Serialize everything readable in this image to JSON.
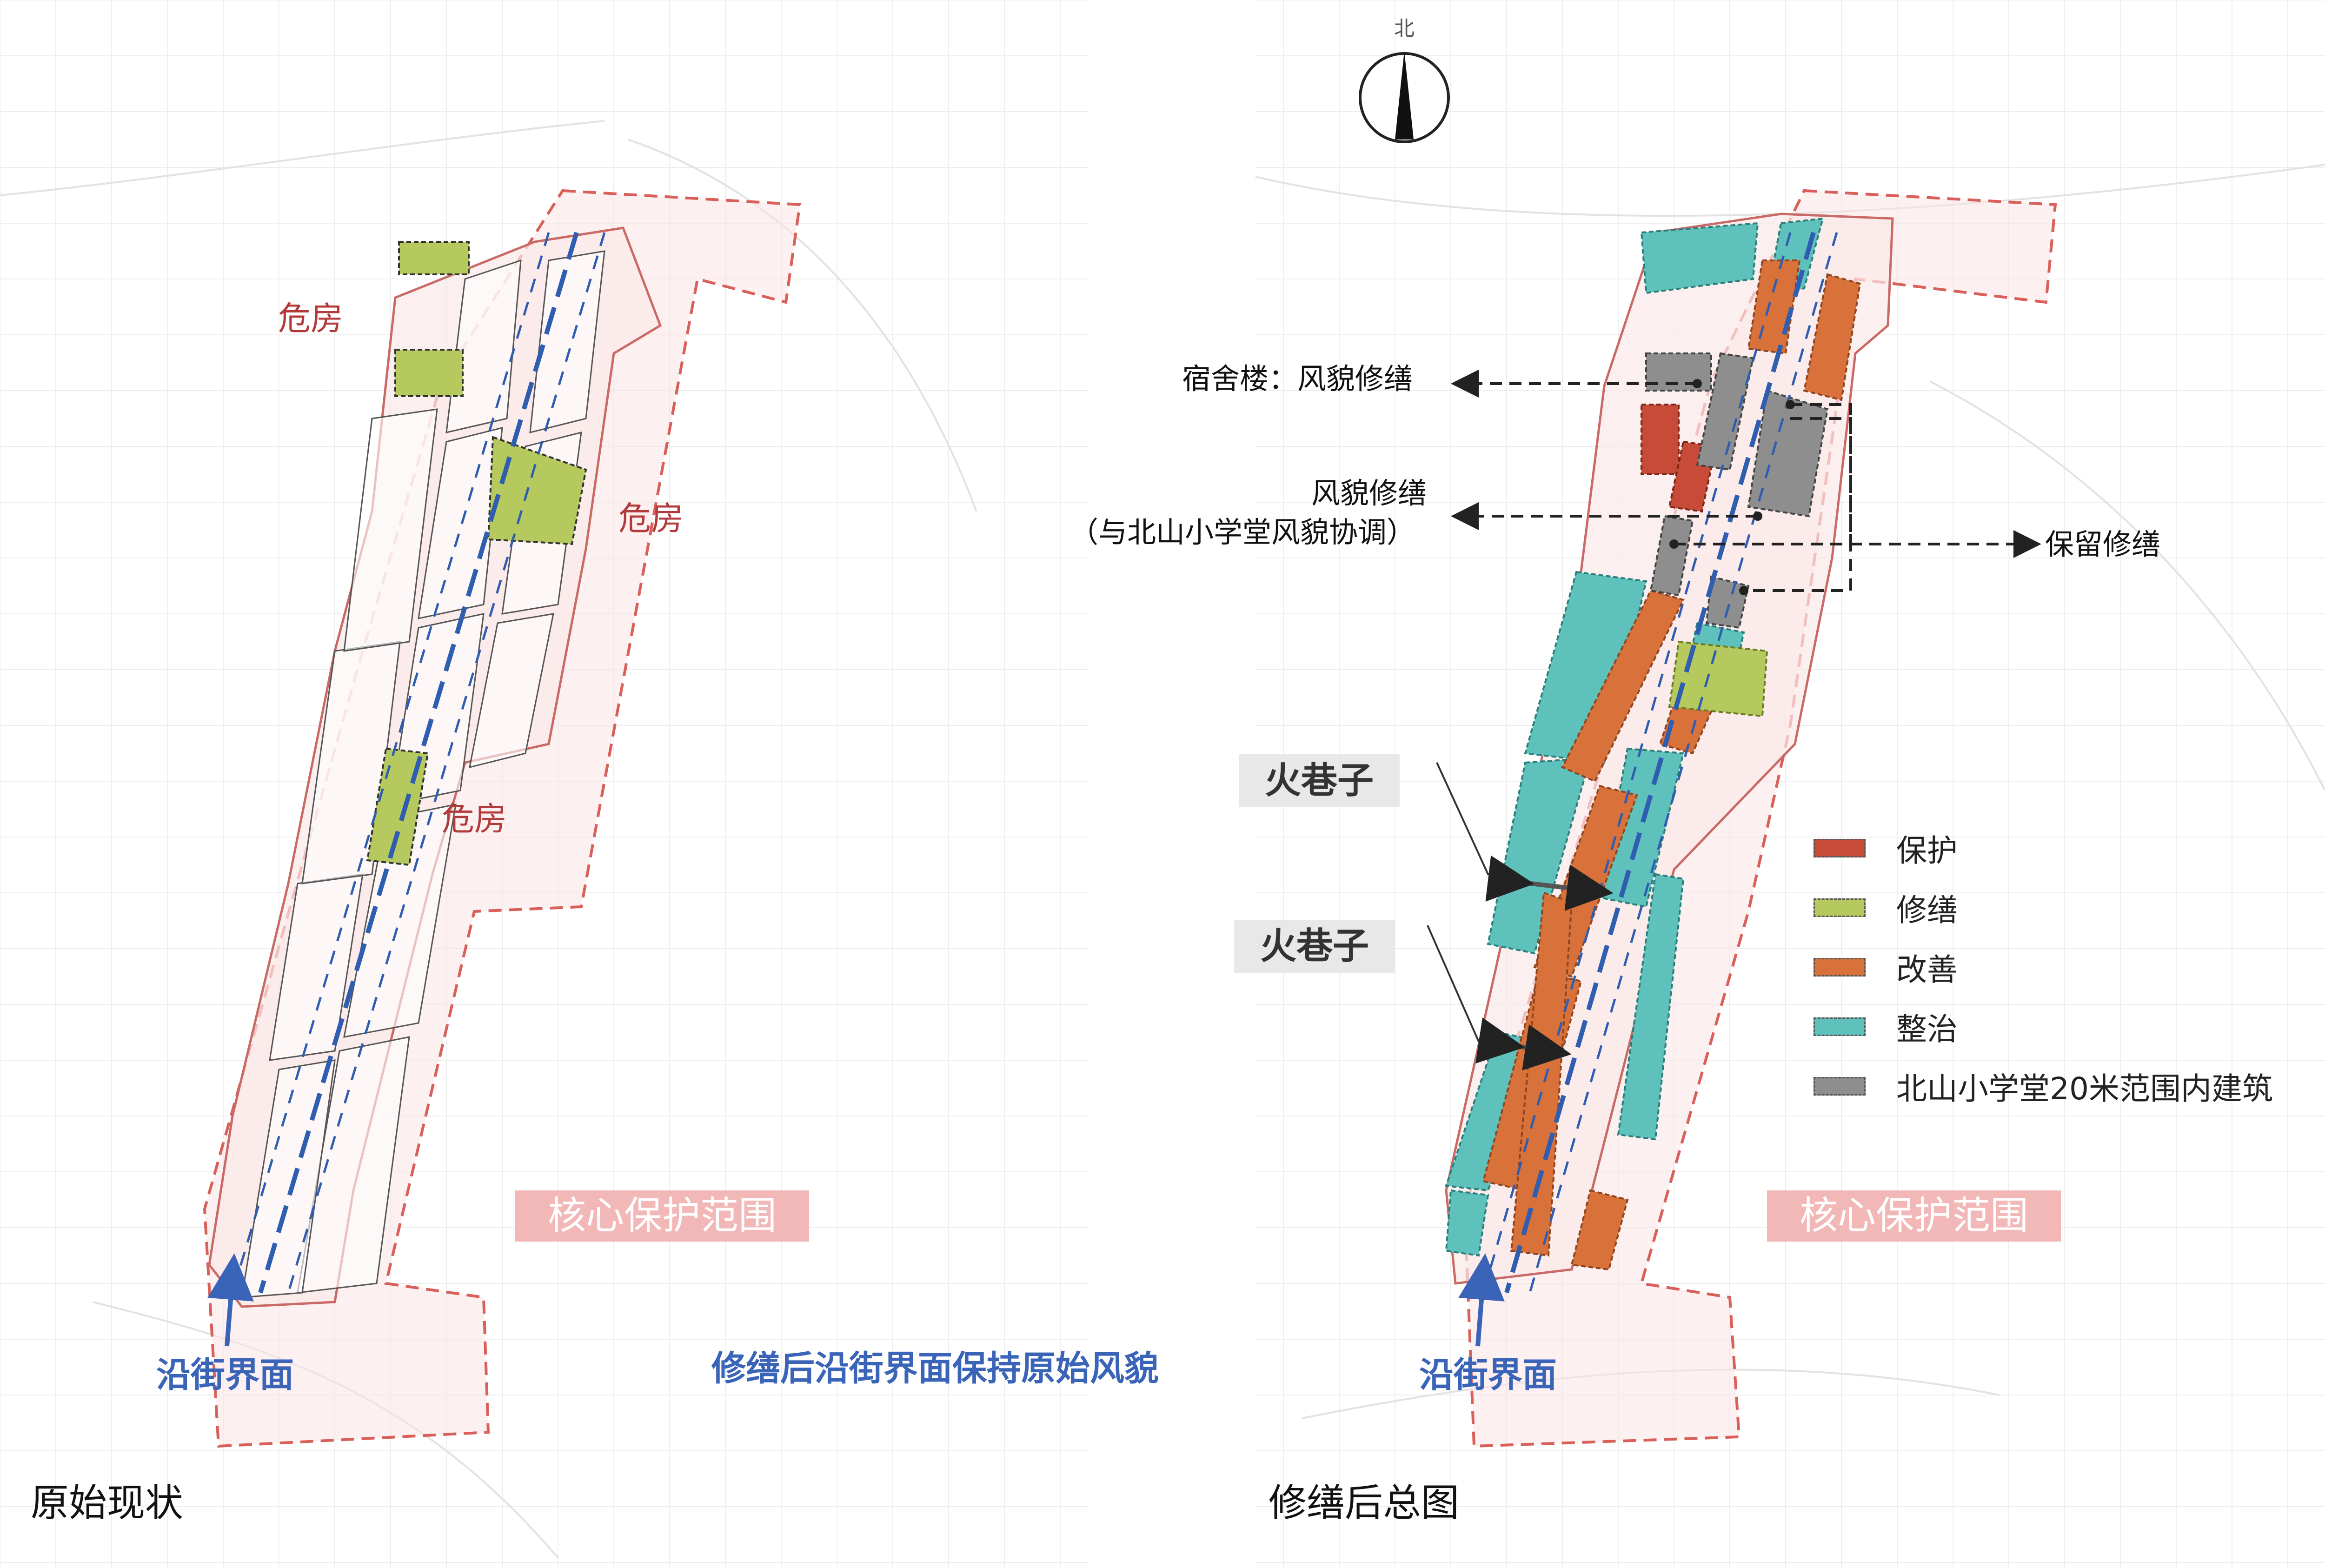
{
  "titles": {
    "left": "原始现状",
    "right": "修缮后总图",
    "center": "修缮后沿街界面保持原始风貌"
  },
  "compass": {
    "label": "北"
  },
  "left_map": {
    "danger_labels": [
      "危房",
      "危房",
      "危房"
    ],
    "core_area": "核心保护范围",
    "street_front": "沿街界面"
  },
  "right_map": {
    "core_area": "核心保护范围",
    "street_front": "沿街界面",
    "alley_labels": [
      "火巷子",
      "火巷子"
    ],
    "dormitory_note": "宿舍楼：风貌修缮",
    "facade_note_line1": "风貌修缮",
    "facade_note_line2": "（与北山小学堂风貌协调）",
    "retain_note": "保留修缮"
  },
  "legend": [
    {
      "label": "保护",
      "color": "#c84a38"
    },
    {
      "label": "修缮",
      "color": "#b5c95f"
    },
    {
      "label": "改善",
      "color": "#d8713a"
    },
    {
      "label": "整治",
      "color": "#5fc1bb"
    },
    {
      "label": "北山小学堂20米范围内建筑",
      "color": "#8e8e8e"
    }
  ],
  "colors": {
    "protect": "#c84a38",
    "repair": "#b5c95f",
    "improve": "#d8713a",
    "renovate": "#5fc1bb",
    "school_zone": "#8e8e8e",
    "boundary": "#d9605a",
    "core_fill": "#fbe3e3",
    "axis_blue": "#2f5db0"
  }
}
